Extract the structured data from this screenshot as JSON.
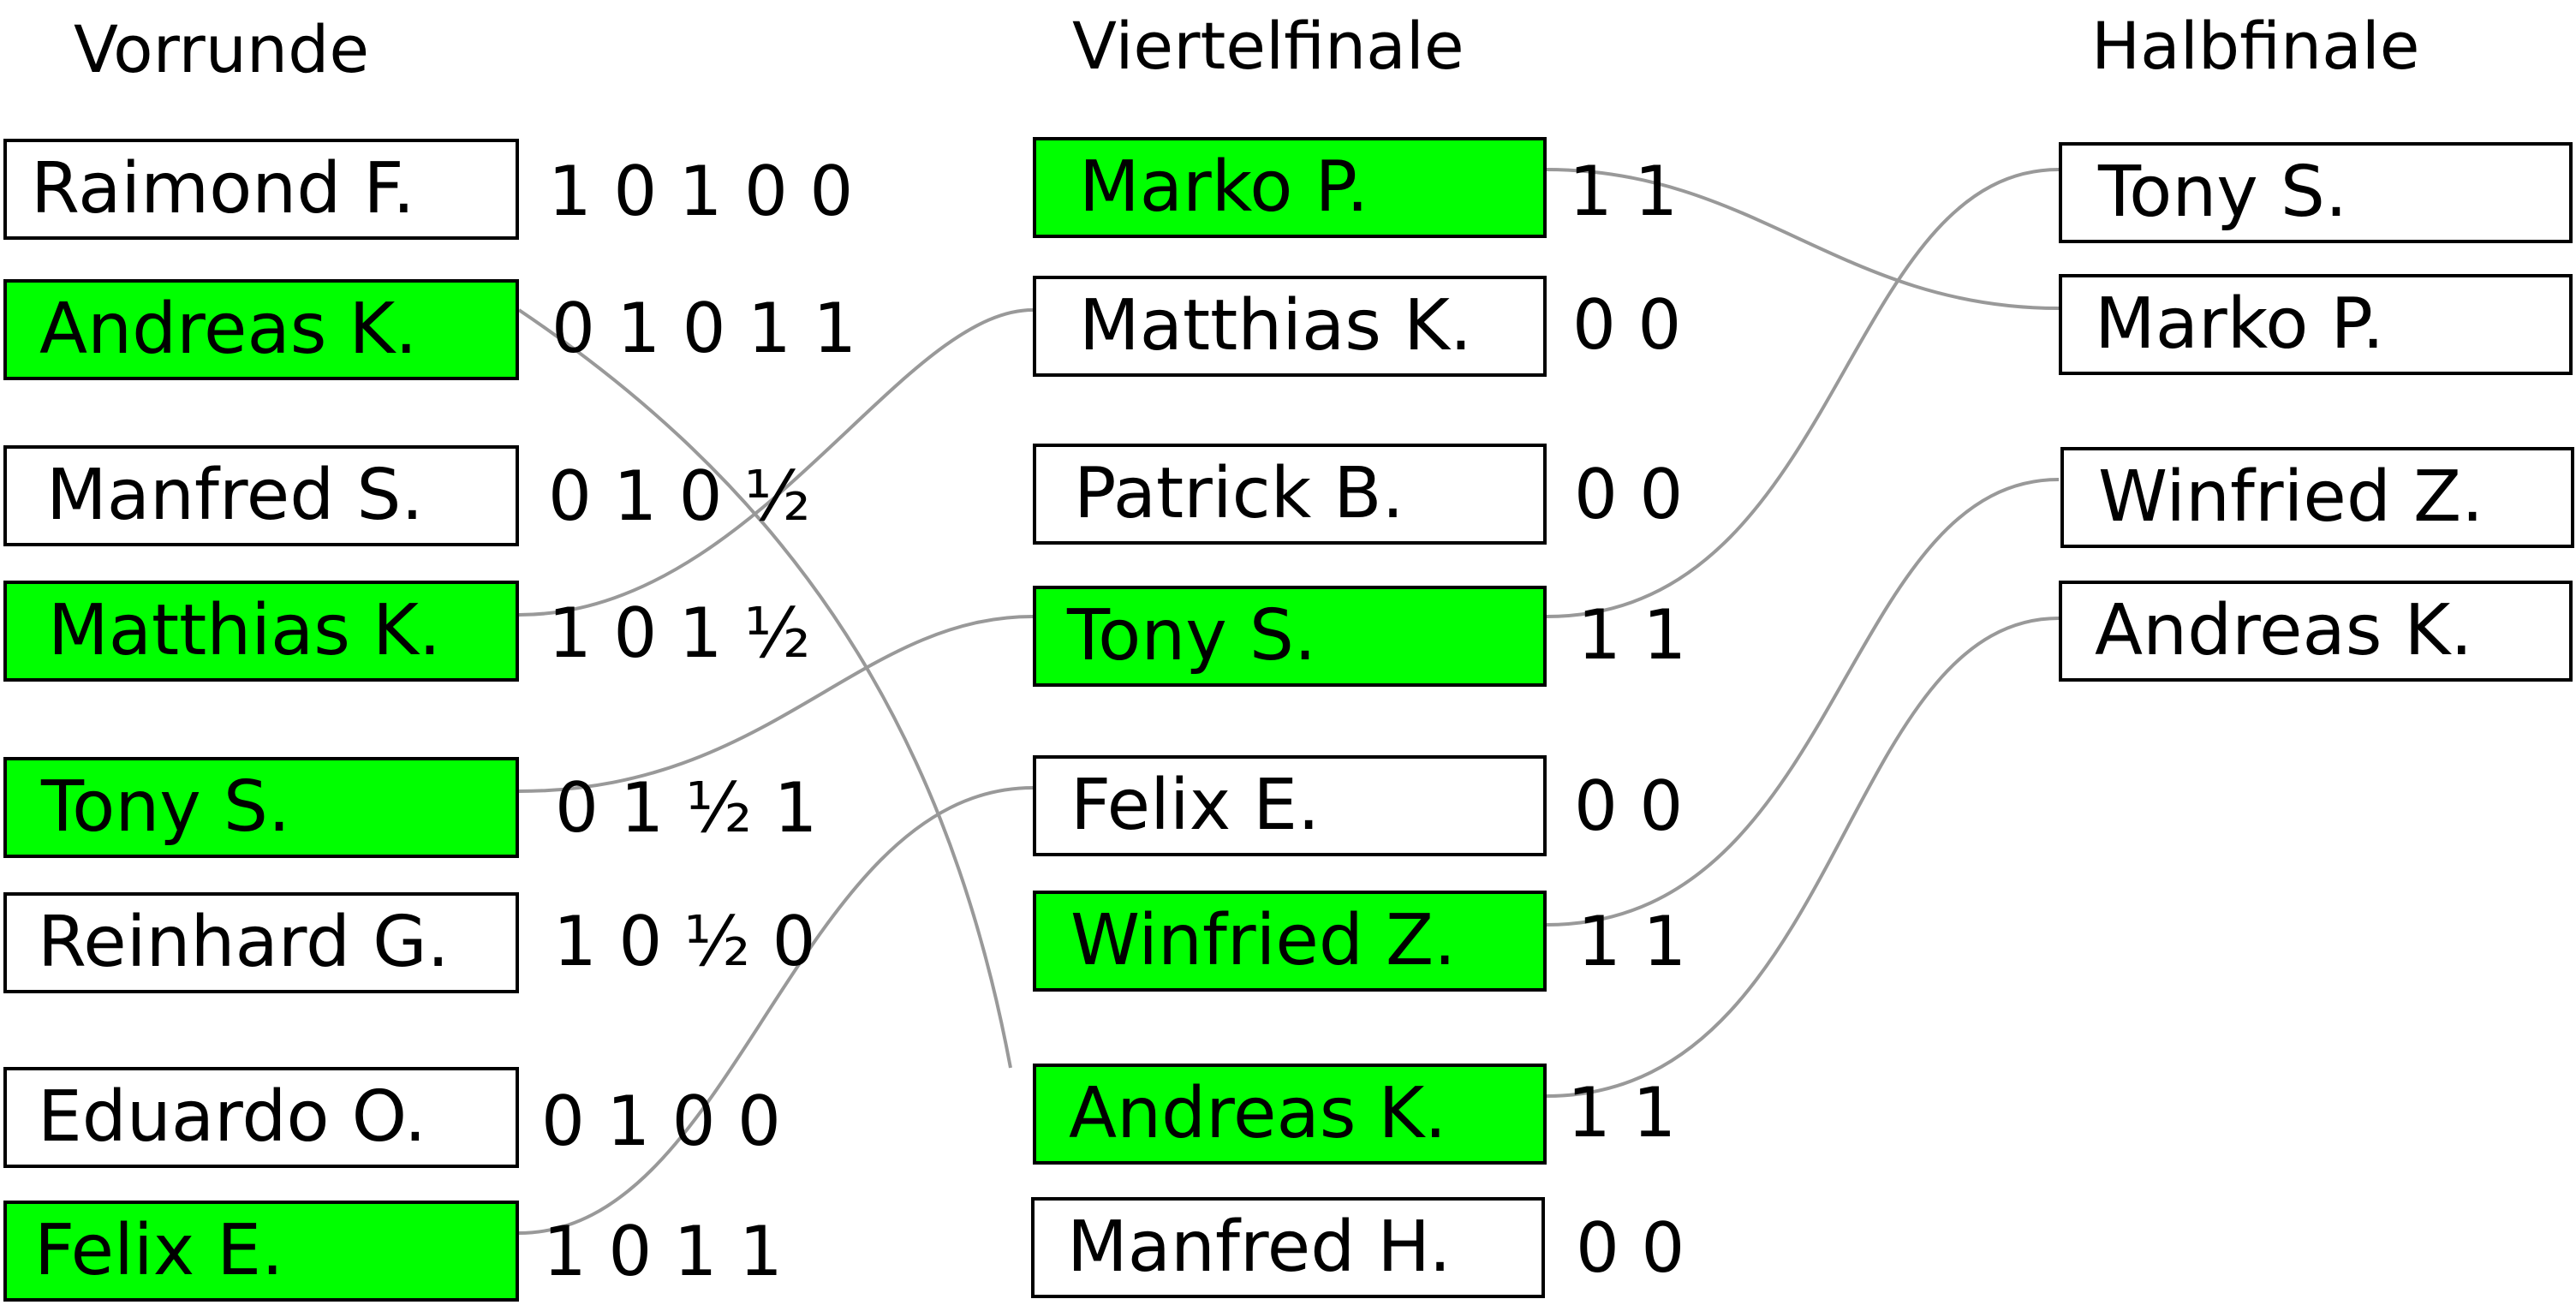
{
  "rounds": [
    {
      "title": "Vorrunde"
    },
    {
      "title": "Viertelfinale"
    },
    {
      "title": "Halbfinale"
    }
  ],
  "vorrunde": [
    {
      "name": "Raimond F.",
      "score": "1 0 1 0 0",
      "winner": false
    },
    {
      "name": "Andreas K.",
      "score": "0 1 0 1 1",
      "winner": true
    },
    {
      "name": "Manfred S.",
      "score": "0 1 0 ½",
      "winner": false
    },
    {
      "name": "Matthias K.",
      "score": "1 0 1 ½",
      "winner": true
    },
    {
      "name": "Tony S.",
      "score": "0 1 ½ 1",
      "winner": true
    },
    {
      "name": "Reinhard G.",
      "score": "1 0 ½ 0",
      "winner": false
    },
    {
      "name": "Eduardo O.",
      "score": "0 1 0 0",
      "winner": false
    },
    {
      "name": "Felix E.",
      "score": "1 0 1 1",
      "winner": true
    }
  ],
  "viertelfinale": [
    {
      "name": "Marko P.",
      "score": "1 1",
      "winner": true
    },
    {
      "name": "Matthias K.",
      "score": "0 0",
      "winner": false
    },
    {
      "name": "Patrick B.",
      "score": "0 0",
      "winner": false
    },
    {
      "name": "Tony S.",
      "score": "1 1",
      "winner": true
    },
    {
      "name": "Felix E.",
      "score": "0 0",
      "winner": false
    },
    {
      "name": "Winfried Z.",
      "score": "1 1",
      "winner": true
    },
    {
      "name": "Andreas K.",
      "score": "1 1",
      "winner": true
    },
    {
      "name": "Manfred H.",
      "score": "0 0",
      "winner": false
    }
  ],
  "halbfinale": [
    {
      "name": "Tony S."
    },
    {
      "name": "Marko P."
    },
    {
      "name": "Winfried Z."
    },
    {
      "name": "Andreas K."
    }
  ],
  "colors": {
    "winner_fill": "#00ff00",
    "box_fill": "#ffffff",
    "border": "#000000",
    "connector": "#999999"
  }
}
